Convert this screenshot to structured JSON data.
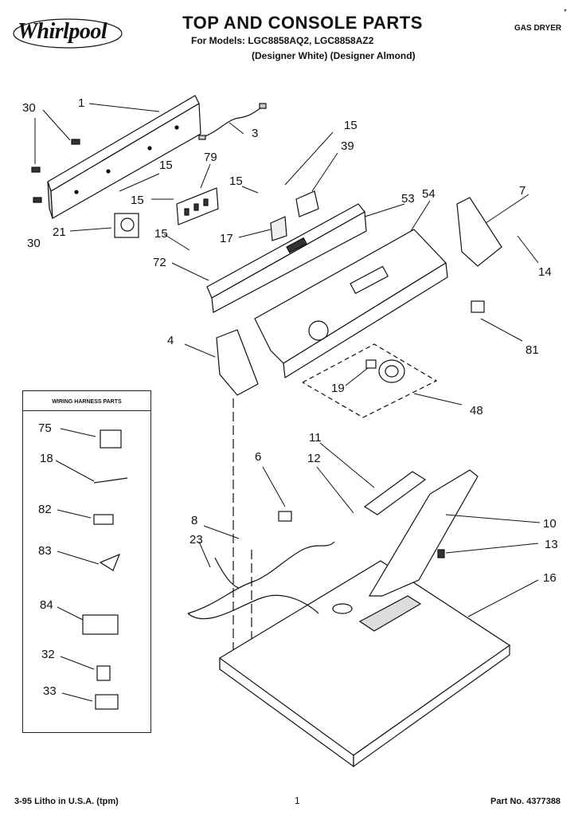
{
  "header": {
    "brand": "Whirlpool",
    "title": "TOP AND CONSOLE PARTS",
    "models_line": "For Models: LGC8858AQ2, LGC8858AZ2",
    "variants_line": "(Designer White)  (Designer Almond)",
    "product": "GAS DRYER",
    "corner_mark": "*"
  },
  "wiring_box": {
    "title": "WIRING HARNESS PARTS"
  },
  "callouts": [
    "30",
    "1",
    "3",
    "15",
    "39",
    "79",
    "15",
    "15",
    "15",
    "53",
    "54",
    "7",
    "30",
    "21",
    "15",
    "17",
    "72",
    "14",
    "81",
    "4",
    "19",
    "48",
    "75",
    "18",
    "82",
    "83",
    "84",
    "32",
    "33",
    "11",
    "6",
    "12",
    "8",
    "10",
    "23",
    "13",
    "16"
  ],
  "footer": {
    "left": "3-95 Litho in U.S.A. (tpm)",
    "page": "1",
    "part_no": "Part No. 4377388"
  }
}
